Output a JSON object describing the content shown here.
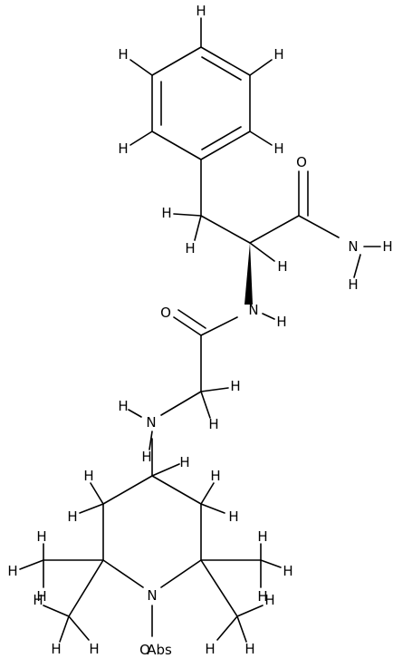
{
  "molecule": {
    "atoms": {
      "o_carbonyl_top": "O",
      "n_amide_terminal": "N",
      "n_amide_mid": "N",
      "o_carbonyl_mid": "O",
      "n_amine": "N",
      "n_piperidine": "N",
      "o_nitroxyl": "O",
      "radical_label": "Abs"
    },
    "hydrogen_label": "H"
  }
}
